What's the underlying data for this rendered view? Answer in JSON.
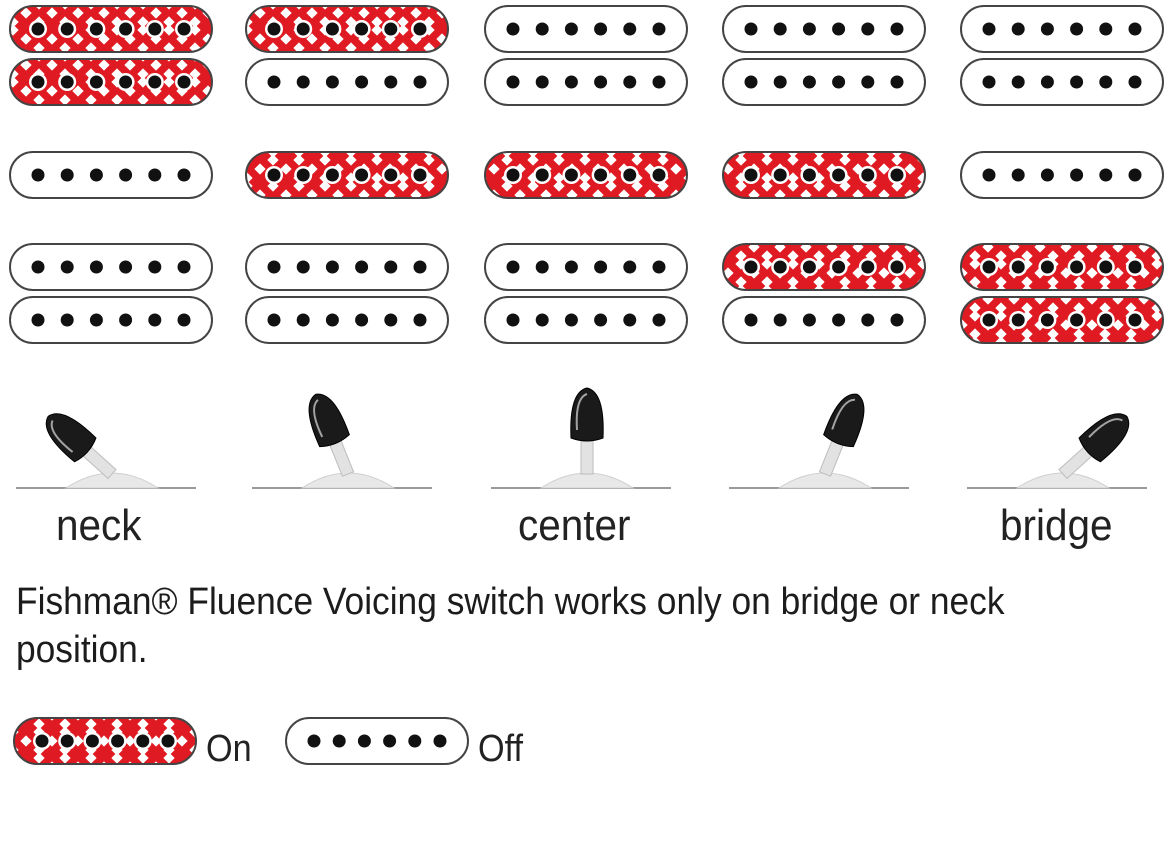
{
  "positions": [
    {
      "label": "neck",
      "coils": {
        "neck": [
          "on",
          "on"
        ],
        "middle": "off",
        "bridge": [
          "off",
          "off"
        ]
      },
      "lever": "full-left"
    },
    {
      "label": "",
      "coils": {
        "neck": [
          "on",
          "off"
        ],
        "middle": "on",
        "bridge": [
          "off",
          "off"
        ]
      },
      "lever": "half-left"
    },
    {
      "label": "center",
      "coils": {
        "neck": [
          "off",
          "off"
        ],
        "middle": "on",
        "bridge": [
          "off",
          "off"
        ]
      },
      "lever": "center"
    },
    {
      "label": "",
      "coils": {
        "neck": [
          "off",
          "off"
        ],
        "middle": "on",
        "bridge": [
          "on",
          "off"
        ]
      },
      "lever": "half-right"
    },
    {
      "label": "bridge",
      "coils": {
        "neck": [
          "off",
          "off"
        ],
        "middle": "off",
        "bridge": [
          "on",
          "on"
        ]
      },
      "lever": "full-right"
    }
  ],
  "note": "Fishman® Fluence Voicing switch works only on bridge or neck position.",
  "legend": {
    "on_label": "On",
    "off_label": "Off"
  },
  "colors": {
    "on_fill": "#e01a22",
    "on_pattern": "#ffffff",
    "pole": "#111111",
    "outline": "#444444",
    "lever": "#1a1a1a",
    "base": "#e8e8e8"
  }
}
